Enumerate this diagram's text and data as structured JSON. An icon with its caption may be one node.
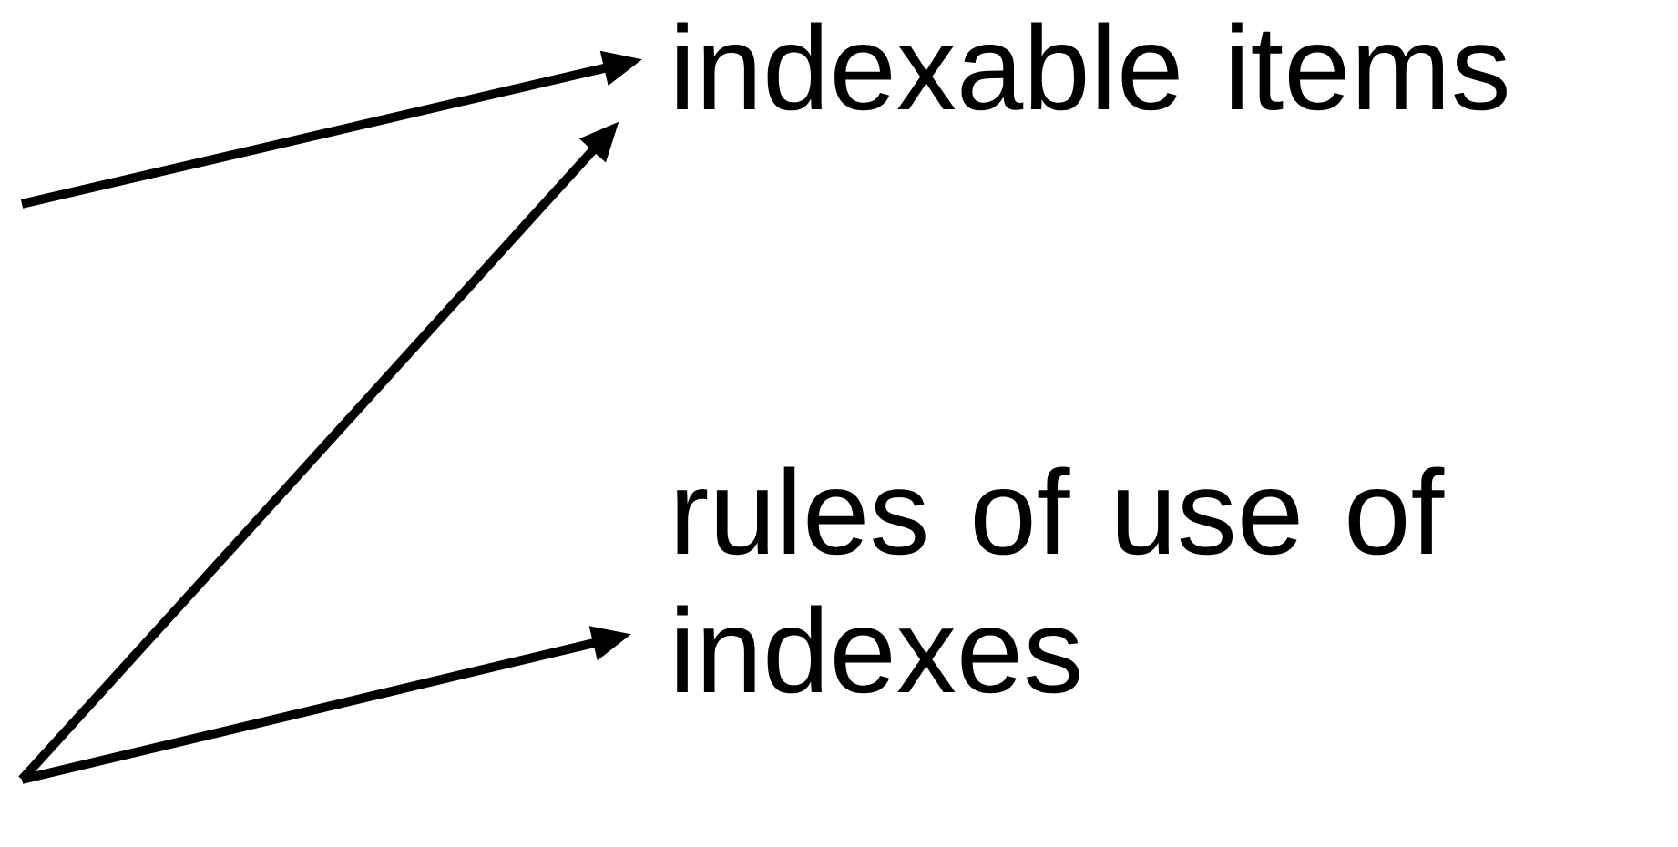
{
  "diagram": {
    "nodes": [
      {
        "text": [
          "indexable items"
        ]
      },
      {
        "text": [
          "rules of use of indexes"
        ]
      }
    ],
    "edges": [
      {
        "from": null,
        "to": 0,
        "arrow": "to"
      },
      {
        "from": null,
        "to": 0,
        "arrow": "to"
      },
      {
        "from": null,
        "to": 1,
        "arrow": "to"
      }
    ]
  }
}
